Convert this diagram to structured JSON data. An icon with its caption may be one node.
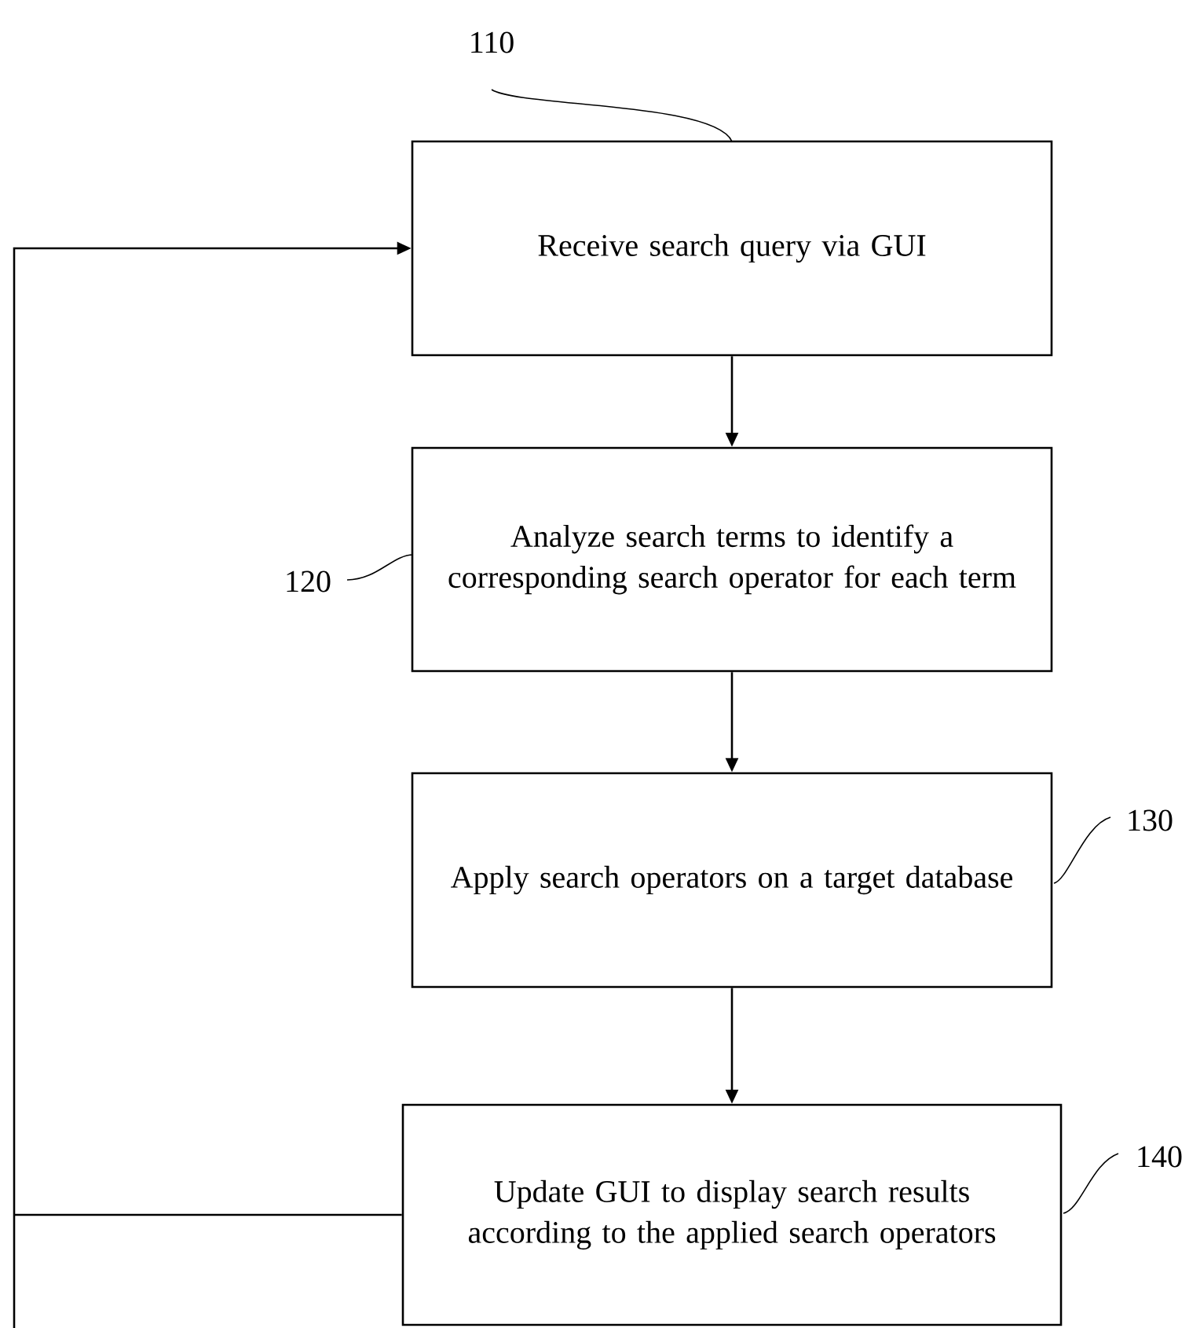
{
  "diagram": {
    "nodes": [
      {
        "text": [
          "Receive search query via GUI"
        ]
      },
      {
        "text": [
          "Analyze search terms to identify a corresponding search operator for each term"
        ]
      },
      {
        "text": [
          "Apply search operators on a target database"
        ]
      },
      {
        "text": [
          "Update GUI to display search results according to the applied search operators"
        ]
      },
      {
        "text": [
          "110"
        ]
      },
      {
        "text": [
          "120"
        ]
      },
      {
        "text": [
          "130"
        ]
      },
      {
        "text": [
          "140"
        ]
      }
    ],
    "edges": [
      {
        "from": 0,
        "to": 1,
        "arrow": "to"
      },
      {
        "from": 1,
        "to": 2,
        "arrow": "to"
      },
      {
        "from": 2,
        "to": 3,
        "arrow": "to"
      },
      {
        "from": 3,
        "to": 0,
        "arrow": "to"
      },
      {
        "from": 4,
        "to": 0,
        "arrow": "none"
      },
      {
        "from": 5,
        "to": 1,
        "arrow": "none"
      },
      {
        "from": 6,
        "to": 2,
        "arrow": "none"
      },
      {
        "from": 7,
        "to": 3,
        "arrow": "none"
      }
    ]
  }
}
